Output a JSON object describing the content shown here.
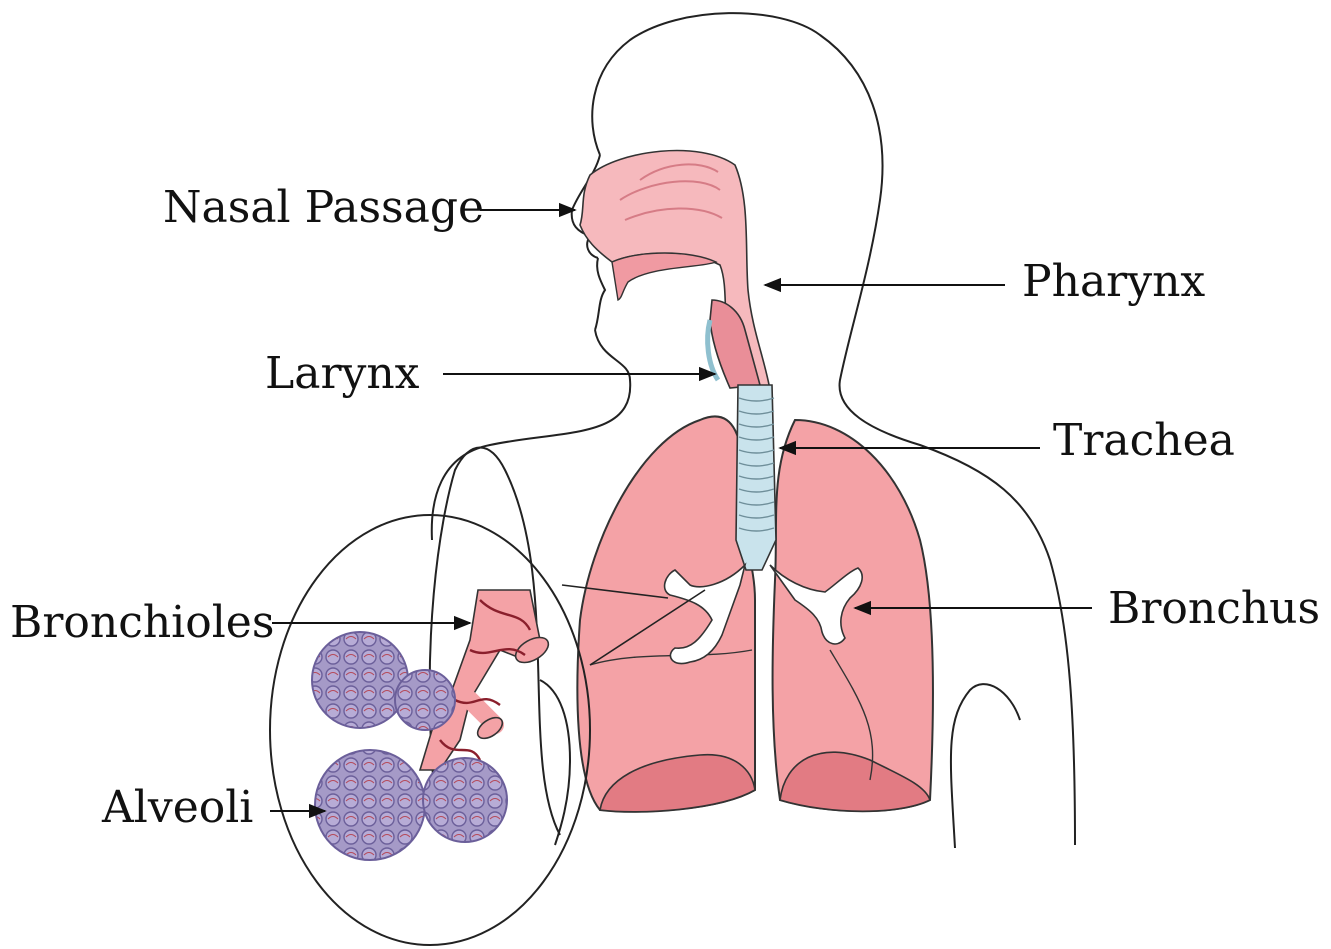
{
  "labels": {
    "nasal_passage": "Nasal Passage",
    "pharynx": "Pharynx",
    "larynx": "Larynx",
    "trachea": "Trachea",
    "bronchioles": "Bronchioles",
    "bronchus": "Bronchus",
    "alveoli": "Alveoli"
  },
  "colors": {
    "lung": "#f4a2a6",
    "lung_dark": "#e27b83",
    "airway": "#f6b9bd",
    "trachea": "#c9e3ec",
    "alveoli": "#a59ac7",
    "alveoli_line": "#6b5f9a",
    "vessel": "#8a1f2c",
    "outline": "#222222"
  }
}
